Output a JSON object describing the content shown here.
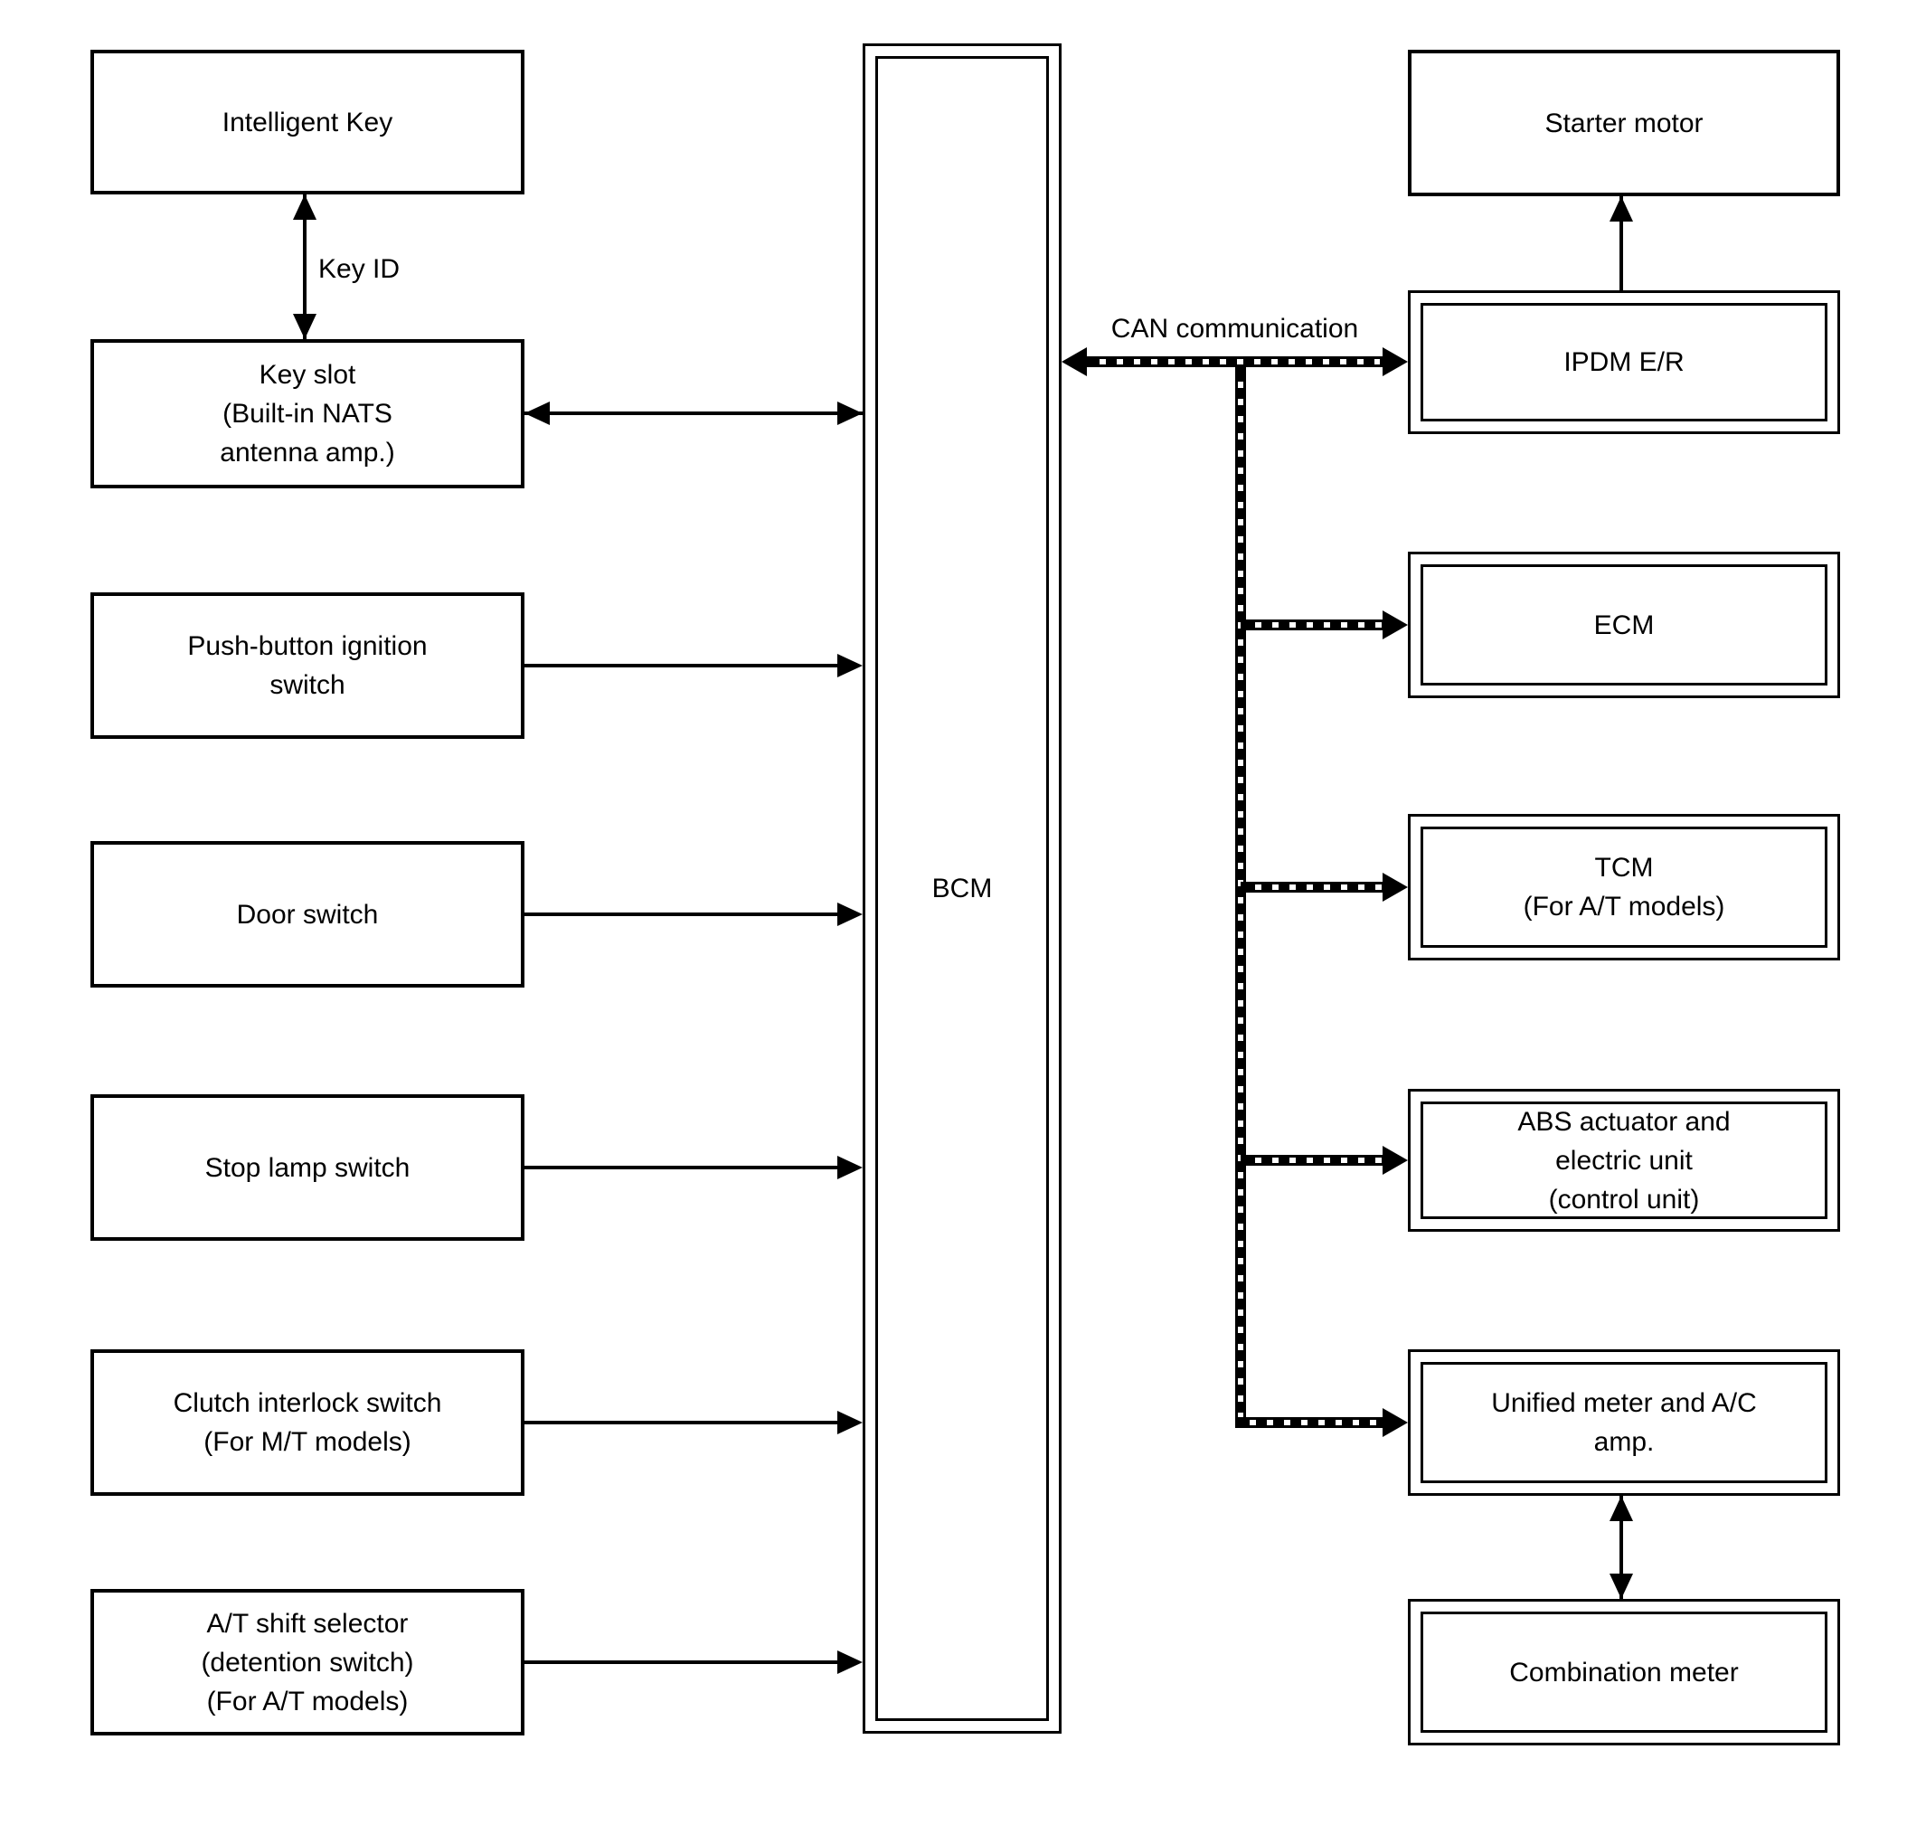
{
  "diagram": {
    "background_color": "#ffffff",
    "line_color": "#000000"
  },
  "left_column": {
    "items": [
      {
        "id": "intelligent-key",
        "label": "Intelligent Key"
      },
      {
        "id": "key-slot",
        "label": "Key slot\n(Built-in NATS\nantenna amp.)"
      },
      {
        "id": "push-button-ignition-switch",
        "label": "Push-button ignition\nswitch"
      },
      {
        "id": "door-switch",
        "label": "Door switch"
      },
      {
        "id": "stop-lamp-switch",
        "label": "Stop lamp switch"
      },
      {
        "id": "clutch-interlock-switch",
        "label": "Clutch interlock switch\n(For M/T models)"
      },
      {
        "id": "at-shift-selector",
        "label": "A/T shift selector\n(detention switch)\n(For A/T models)"
      }
    ]
  },
  "center": {
    "bcm_label": "BCM"
  },
  "right_column": {
    "items": [
      {
        "id": "starter-motor",
        "label": "Starter motor"
      },
      {
        "id": "ipdm-er",
        "label": "IPDM E/R"
      },
      {
        "id": "ecm",
        "label": "ECM"
      },
      {
        "id": "tcm",
        "label": "TCM\n(For A/T models)"
      },
      {
        "id": "abs-actuator",
        "label": "ABS actuator and\nelectric unit\n(control unit)"
      },
      {
        "id": "unified-meter-ac-amp",
        "label": "Unified meter and A/C\namp."
      },
      {
        "id": "combination-meter",
        "label": "Combination meter"
      }
    ]
  },
  "connections": {
    "key_id_label": "Key ID",
    "can_label": "CAN communication"
  }
}
